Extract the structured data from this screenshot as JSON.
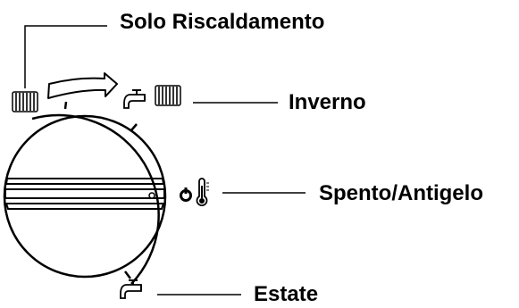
{
  "labels": {
    "solo_riscaldamento": "Solo Riscaldamento",
    "inverno": "Inverno",
    "spento_antigelo": "Spento/Antigelo",
    "estate": "Estate"
  },
  "icons": {
    "radiator": "radiator-icon",
    "faucet": "faucet-icon",
    "power": "power-icon",
    "thermometer": "thermometer-icon",
    "arrow": "rotation-arrow-icon"
  },
  "colors": {
    "ink": "#000000",
    "background": "#ffffff"
  }
}
